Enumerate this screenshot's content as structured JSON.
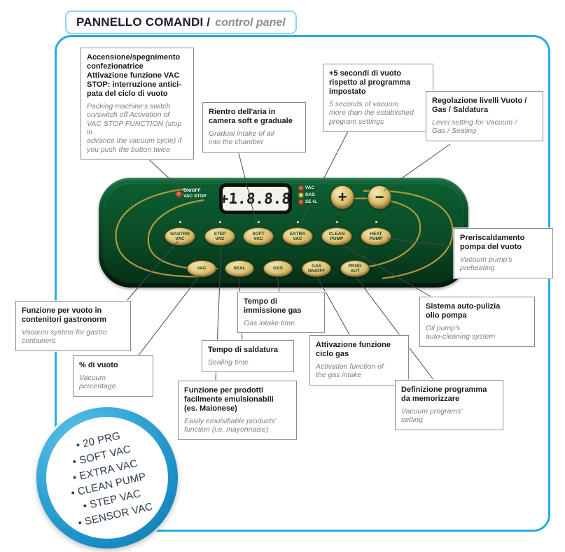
{
  "title": {
    "main": "PANNELLO COMANDI /",
    "sub": "control panel"
  },
  "colors": {
    "accent_cyan": "#29abe2",
    "panel_green_dark": "#06361b",
    "panel_green": "#0b522a",
    "gold": "#c3a144",
    "led_red": "#e02b1d",
    "led_orange": "#f5a623",
    "button_face": "#e6d193"
  },
  "panel": {
    "power_label": "ON/OFF\nVAC STOP",
    "display_value": "+1.8.8.8",
    "leds": [
      {
        "label": "VAC",
        "color": "#e02b1d"
      },
      {
        "label": "GAS",
        "color": "#f5a623"
      },
      {
        "label": "SEAL",
        "color": "#e02b1d"
      }
    ],
    "plus_button": "+",
    "minus_button": "−",
    "buttons_row1": [
      {
        "label": "GASTRO\nVAC"
      },
      {
        "label": "STEP\nVAC"
      },
      {
        "label": "SOFT\nVAC"
      },
      {
        "label": "EXTRA\nVAC"
      },
      {
        "label": "CLEAN\nPUMP"
      },
      {
        "label": "HEAT\nPUMP"
      }
    ],
    "buttons_row2": [
      {
        "label": "VAC"
      },
      {
        "label": "SEAL"
      },
      {
        "label": "GAS"
      },
      {
        "label": "GAS\nON/OFF"
      },
      {
        "label": "PROG\nAUT"
      }
    ]
  },
  "callouts": {
    "power": {
      "it": "Accensione/spegnimento\nconfezionatrice\nAttivazione funzione VAC\nSTOP: interruzione antici-\npata del ciclo di vuoto",
      "en": "Packing machine's switch\non/switch off Activation of\nVAC STOP FUNCTION (stop in\nadvance the vacuum cycle) if\nyou push the button twice"
    },
    "air_return": {
      "it": "Rientro dell'aria in\ncamera soft e graduale",
      "en": "Gradual intake of air\ninto the chamber"
    },
    "plus5": {
      "it": "+5 secondi di vuoto\nrispetto al programma\nimpostato",
      "en": "5 seconds of vacuum\nmore than the established\nprogram settings"
    },
    "levels": {
      "it": "Regolazione livelli Vuoto /\nGas / Saldatura",
      "en": "Level setting for Vacuum /\nGas / Sealing"
    },
    "preheat": {
      "it": "Preriscaldamento\npompa del vuoto",
      "en": "Vacuum pump's\npreheating"
    },
    "autoclean": {
      "it": "Sistema auto-pulizia\nolio pompa",
      "en": "Oil pump's\nauto-cleaning system"
    },
    "gastro": {
      "it": "Funzione per vuoto in\ncontenitori gastronorm",
      "en": "Vacuum system for gastro\ncontainers"
    },
    "vacuum_pct": {
      "it": "% di vuoto",
      "en": "Vacuum\npercentage"
    },
    "gas_time": {
      "it": "Tempo di\nimmissione gas",
      "en": "Gas intake time"
    },
    "seal_time": {
      "it": "Tempo di saldatura",
      "en": "Sealing time"
    },
    "emulsify": {
      "it": "Funzione per prodotti\nfacilmente emulsionabili\n(es. Maionese)",
      "en": "Easily emulsifiable products'\nfunction (i.e. mayonnaise)"
    },
    "gas_cycle": {
      "it": "Attivazione funzione\nciclo gas",
      "en": "Activation function of\nthe gas intake"
    },
    "program": {
      "it": "Definizione programma\nda memorizzare",
      "en": "Vacuum programs'\nsetting"
    }
  },
  "badge": {
    "items": [
      "• 20 PRG",
      "• SOFT VAC",
      "• EXTRA VAC",
      "• CLEAN PUMP",
      "• STEP VAC",
      "• SENSOR VAC"
    ]
  }
}
